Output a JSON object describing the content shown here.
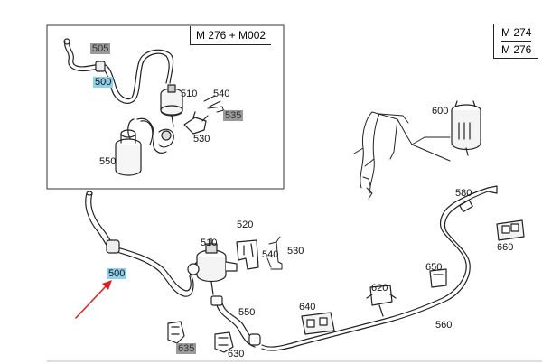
{
  "inset": {
    "model": "M 276 + M002",
    "labels": {
      "p505": "505",
      "p500": "500",
      "p510": "510",
      "p540": "540",
      "p535": "535",
      "p530": "530",
      "p550": "550"
    }
  },
  "models": [
    "M 274",
    "M 276"
  ],
  "labels": {
    "p600": "600",
    "p580": "580",
    "p520": "520",
    "p510": "510",
    "p540": "540",
    "p530": "530",
    "p500": "500",
    "p550": "550",
    "p650": "650",
    "p660": "660",
    "p640": "640",
    "p620": "620",
    "p560": "560",
    "p635": "635",
    "p630": "630"
  },
  "colors": {
    "highlight_blue": "#8fd1ec",
    "highlight_gray": "#9a9a9a",
    "arrow": "#e02020",
    "line": "#222222"
  }
}
